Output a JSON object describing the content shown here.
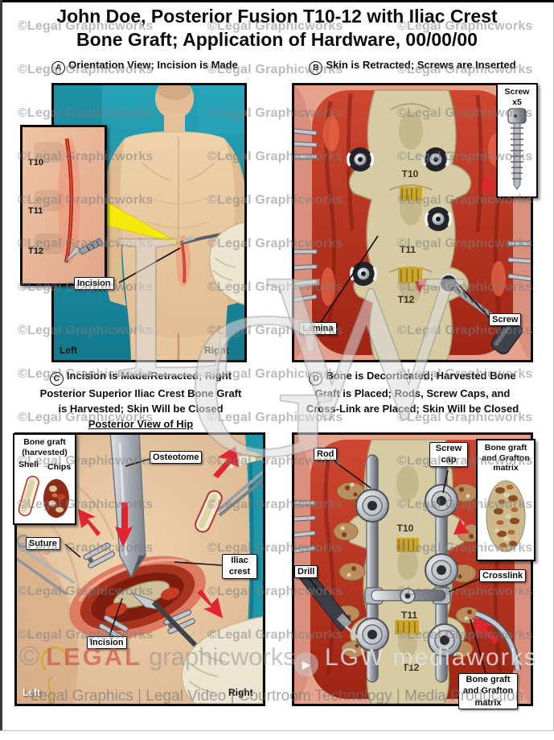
{
  "title": {
    "line1": "John Doe, Posterior Fusion T10-12 with Iliac Crest",
    "line2": "Bone Graft; Application of Hardware, 00/00/00"
  },
  "captions": {
    "a": {
      "letter": "A",
      "text": "Orientation View; Incision is Made"
    },
    "b": {
      "letter": "B",
      "text": "Skin is Retracted; Screws are Inserted"
    },
    "c": {
      "letter": "C",
      "line1": "Incision is Made/Retracted; Right",
      "line2": "Posterior Superior Iliac Crest Bone Graft",
      "line3": "is Harvested; Skin Will be Closed",
      "sub": "Posterior View of Hip"
    },
    "d": {
      "letter": "D",
      "line1": "Bone is Decorticated; Harvested Bone",
      "line2": "Graft is Placed; Rods, Screw Caps, and",
      "line3": "Cross-Link are Placed; Skin Will be Closed"
    }
  },
  "panel_a": {
    "t10": "T10",
    "t11": "T11",
    "t12": "T12",
    "incision": "Incision",
    "left": "Left",
    "right": "Right"
  },
  "panel_b": {
    "inset_screw": "Screw",
    "inset_qty": "x5",
    "t10": "T10",
    "t11": "T11",
    "t12": "T12",
    "lamina": "Lamina",
    "screw": "Screw"
  },
  "panel_c": {
    "inset_title": "Bone graft (harvested)",
    "inset_shell": "Shell",
    "inset_chips": "Chips",
    "osteotome": "Osteotome",
    "suture": "Suture",
    "iliac_crest": "Iliac crest",
    "incision": "Incision",
    "left": "Left",
    "right": "Right"
  },
  "panel_d": {
    "rod": "Rod",
    "screw_cap": "Screw cap",
    "drill": "Drill",
    "crosslink": "Crosslink",
    "bone_graft": "Bone graft and Grafton matrix",
    "inset_title": "Bone graft and Grafton matrix",
    "t10": "T10",
    "t11": "T11",
    "t12": "T12"
  },
  "watermarks": {
    "tile": "©Legal Graphicworks",
    "big_l": "L",
    "big_g": "G",
    "big_w": "W",
    "red_symbol": "©",
    "red_word1": "LEGAL",
    "red_word2": "graphicworks",
    "play_glyph": "▶",
    "media_text": "LGW mediaworks",
    "footer": "Legal Graphics | Legal Video | Courtroom Technology | Media Production"
  },
  "colors": {
    "teal": "#1E97AA",
    "muscle_red": "#C03A27",
    "bone_tan": "#D2C79E",
    "skin": "#E9C9A6",
    "arrow_red": "#E02531"
  }
}
